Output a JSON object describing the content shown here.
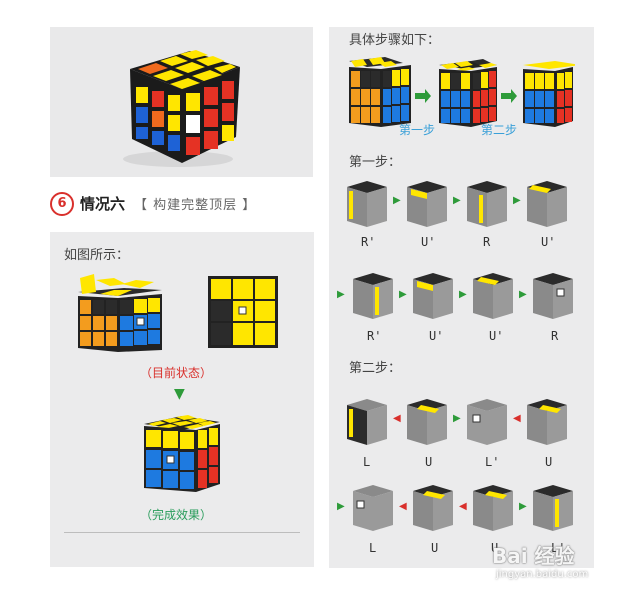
{
  "section": {
    "number": "6",
    "title": "情况六",
    "subtitle": "【 构建完整顶层 】"
  },
  "left": {
    "intro": "如图所示：",
    "current_state": "（目前状态）",
    "result": "（完成效果）"
  },
  "right": {
    "steps_heading": "具体步骤如下：",
    "overview_labels": [
      "第一步",
      "第二步"
    ],
    "step1_heading": "第一步：",
    "step1_row1": [
      "R'",
      "U'",
      "R",
      "U'"
    ],
    "step1_row2": [
      "R'",
      "U'",
      "U'",
      "R"
    ],
    "step2_heading": "第二步：",
    "step2_row1": [
      "L",
      "U",
      "L'",
      "U"
    ],
    "step2_row2": [
      "L",
      "U",
      "U",
      "L'"
    ]
  },
  "watermark": {
    "brand": "Bai 经验",
    "url": "jingyan.baidu.com"
  },
  "colors": {
    "accent_red": "#d9302c",
    "label_blue": "#3aa0d8",
    "label_green": "#2a9d5c",
    "arrow_green": "#2e9b3a",
    "arrow_red": "#d9302c"
  }
}
